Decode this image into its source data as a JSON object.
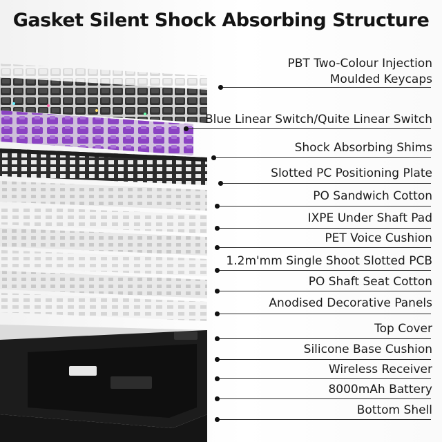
{
  "title": "Gasket Silent Shock Absorbing Structure",
  "layers": [
    {
      "line1": "PBT Two-Colour Injection",
      "line2": "Moulded Keycaps"
    },
    {
      "line1": "Blue Linear Switch/Quite Linear Switch"
    },
    {
      "line1": "Shock Absorbing Shims"
    },
    {
      "line1": "Slotted PC Positioning Plate"
    },
    {
      "line1": "PO Sandwich Cotton"
    },
    {
      "line1": "IXPE Under Shaft Pad"
    },
    {
      "line1": "PET Voice Cushion"
    },
    {
      "line1": "1.2m'mm Single Shoot Slotted PCB"
    },
    {
      "line1": "PO Shaft Seat Cotton"
    },
    {
      "line1": "Anodised Decorative Panels"
    },
    {
      "line1": "Top Cover"
    },
    {
      "line1": "Silicone Base Cushion"
    },
    {
      "line1": "Wireless Receiver"
    },
    {
      "line1": "8000mAh Battery"
    },
    {
      "line1": "Bottom Shell"
    }
  ],
  "colors": {
    "switch_purple": "#8a3fc9",
    "plate_dark": "#2a2a2a",
    "shell_black": "#1c1c1c",
    "leader": "#222222"
  }
}
